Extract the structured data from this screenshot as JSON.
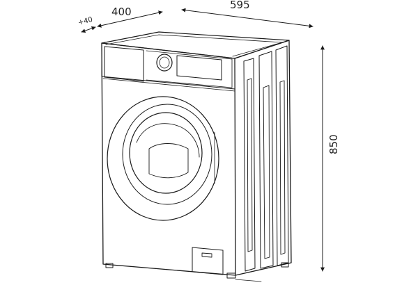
{
  "dimensions": {
    "depth_extra": "+40",
    "depth": "400",
    "width": "595",
    "height": "850"
  },
  "colors": {
    "line": "#1a1a1a",
    "background": "#ffffff"
  }
}
